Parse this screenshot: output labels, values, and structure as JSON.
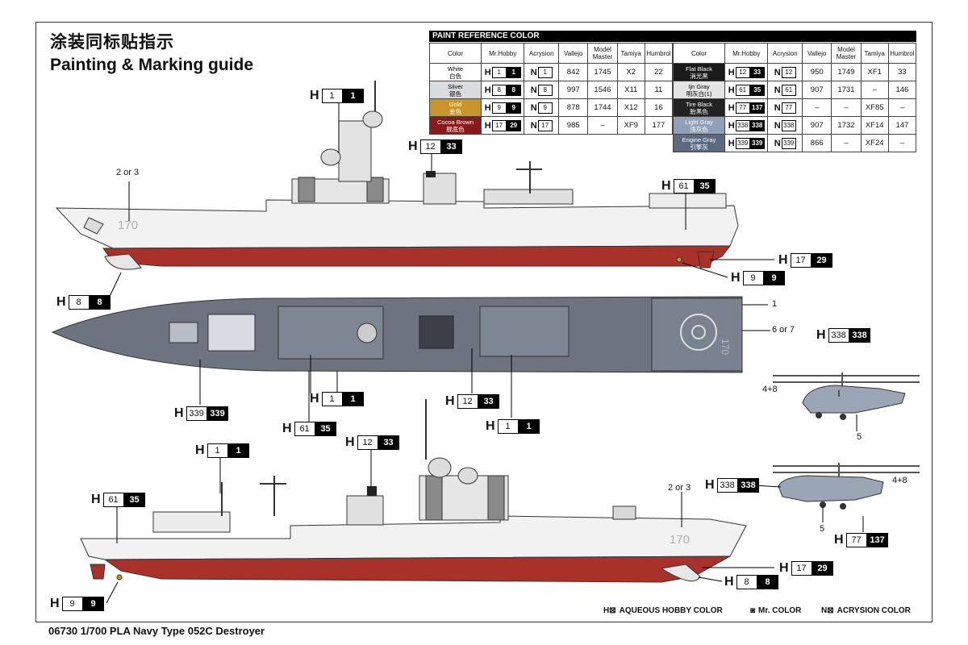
{
  "titles": {
    "cn": "涂装同标贴指示",
    "en": "Painting & Marking guide",
    "footer": "06730 1/700 PLA Navy Type 052C Destroyer"
  },
  "paint_table": {
    "header": "PAINT REFERENCE COLOR",
    "columns": [
      "Color",
      "Mr.Hobby",
      "Acrysion",
      "Vallejo",
      "Model Master",
      "Tamiya",
      "Humbrol"
    ],
    "left_rows": [
      {
        "color_en": "White",
        "color_cn": "白色",
        "bg": "#ffffff",
        "fg": "#000000",
        "h": "1",
        "hb": "1",
        "n": "1",
        "vallejo": "842",
        "mm": "1745",
        "tamiya": "X2",
        "humbrol": "22"
      },
      {
        "color_en": "Silver",
        "color_cn": "银色",
        "bg": "#d9dcdf",
        "fg": "#000000",
        "h": "8",
        "hb": "8",
        "n": "8",
        "vallejo": "997",
        "mm": "1546",
        "tamiya": "X11",
        "humbrol": "11"
      },
      {
        "color_en": "Gold",
        "color_cn": "金色",
        "bg": "#c8962c",
        "fg": "#ffffff",
        "h": "9",
        "hb": "9",
        "n": "9",
        "vallejo": "878",
        "mm": "1744",
        "tamiya": "X12",
        "humbrol": "16"
      },
      {
        "color_en": "Cocoa Brown",
        "color_cn": "舰底色",
        "bg": "#8a1a1a",
        "fg": "#ffffff",
        "h": "17",
        "hb": "29",
        "n": "17",
        "vallejo": "985",
        "mm": "–",
        "tamiya": "XF9",
        "humbrol": "177"
      }
    ],
    "right_rows": [
      {
        "color_en": "Flat Black",
        "color_cn": "消光黑",
        "bg": "#1a1a1a",
        "fg": "#ffffff",
        "h": "12",
        "hb": "33",
        "n": "12",
        "vallejo": "950",
        "mm": "1749",
        "tamiya": "XF1",
        "humbrol": "33"
      },
      {
        "color_en": "Ijn Gray",
        "color_cn": "明灰白(1)",
        "bg": "#e4e4e4",
        "fg": "#000000",
        "h": "61",
        "hb": "35",
        "n": "61",
        "vallejo": "907",
        "mm": "1731",
        "tamiya": "–",
        "humbrol": "146"
      },
      {
        "color_en": "Tire Black",
        "color_cn": "胎黑色",
        "bg": "#222222",
        "fg": "#ffffff",
        "h": "77",
        "hb": "137",
        "n": "77",
        "vallejo": "–",
        "mm": "–",
        "tamiya": "XF85",
        "humbrol": "–"
      },
      {
        "color_en": "Light Gray",
        "color_cn": "浅灰色",
        "bg": "#8fa0b8",
        "fg": "#ffffff",
        "h": "338",
        "hb": "338",
        "n": "338",
        "vallejo": "907",
        "mm": "1732",
        "tamiya": "XF14",
        "humbrol": "147"
      },
      {
        "color_en": "Engine Gray",
        "color_cn": "引擎灰",
        "bg": "#5b6a7e",
        "fg": "#ffffff",
        "h": "339",
        "hb": "339",
        "n": "339",
        "vallejo": "866",
        "mm": "–",
        "tamiya": "XF24",
        "humbrol": "–"
      }
    ]
  },
  "callouts": [
    {
      "id": "c1",
      "pfx": "H",
      "box": "1",
      "blk": "1"
    },
    {
      "id": "c2",
      "pfx": "H",
      "box": "12",
      "blk": "33"
    },
    {
      "id": "c3",
      "pfx": "H",
      "box": "61",
      "blk": "35"
    },
    {
      "id": "c4",
      "pfx": "H",
      "box": "17",
      "blk": "29"
    },
    {
      "id": "c5",
      "pfx": "H",
      "box": "9",
      "blk": "9"
    },
    {
      "id": "c6",
      "pfx": "H",
      "box": "8",
      "blk": "8"
    },
    {
      "id": "c7",
      "pfx": "H",
      "box": "338",
      "blk": "338"
    },
    {
      "id": "c8",
      "pfx": "H",
      "box": "339",
      "blk": "339"
    },
    {
      "id": "c9",
      "pfx": "H",
      "box": "1",
      "blk": "1"
    },
    {
      "id": "c10",
      "pfx": "H",
      "box": "61",
      "blk": "35"
    },
    {
      "id": "c11",
      "pfx": "H",
      "box": "12",
      "blk": "33"
    },
    {
      "id": "c12",
      "pfx": "H",
      "box": "1",
      "blk": "1"
    },
    {
      "id": "c13",
      "pfx": "H",
      "box": "1",
      "blk": "1"
    },
    {
      "id": "c14",
      "pfx": "H",
      "box": "12",
      "blk": "33"
    },
    {
      "id": "c15",
      "pfx": "H",
      "box": "61",
      "blk": "35"
    },
    {
      "id": "c16",
      "pfx": "H",
      "box": "338",
      "blk": "338"
    },
    {
      "id": "c17",
      "pfx": "H",
      "box": "77",
      "blk": "137"
    },
    {
      "id": "c18",
      "pfx": "H",
      "box": "17",
      "blk": "29"
    },
    {
      "id": "c19",
      "pfx": "H",
      "box": "8",
      "blk": "8"
    },
    {
      "id": "c20",
      "pfx": "H",
      "box": "9",
      "blk": "9"
    }
  ],
  "labels": {
    "two_or_three_top": "2 or 3",
    "two_or_three_bottom": "2 or 3",
    "one": "1",
    "six_or_seven": "6 or 7",
    "four_eight_a": "4+8",
    "four_eight_b": "4+8",
    "five_a": "5",
    "five_b": "5",
    "hull_number_top": "170",
    "hull_number_bottom": "170",
    "deck_number": "170"
  },
  "legend": {
    "aqueous": "AQUEOUS HOBBY COLOR",
    "mr": "Mr. COLOR",
    "acrysion": "ACRYSION COLOR"
  },
  "colors": {
    "hull_white": "#f2f2f2",
    "hull_red": "#a8322a",
    "deck_gray": "#6d7480",
    "heli_gray": "#9aa6b6"
  }
}
